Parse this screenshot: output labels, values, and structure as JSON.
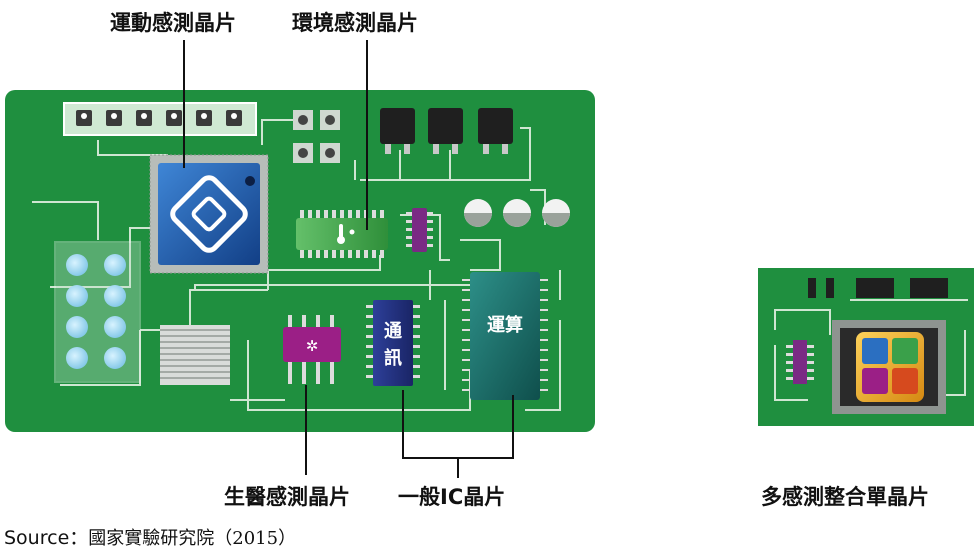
{
  "labels": {
    "motion_chip": "運動感測晶片",
    "env_chip": "環境感測晶片",
    "bio_chip": "生醫感測晶片",
    "general_ic": "一般IC晶片",
    "multi_chip": "多感測整合單晶片"
  },
  "chips": {
    "comm_line1": "通",
    "comm_line2": "訊",
    "compute": "運算"
  },
  "source": {
    "prefix": "Source：",
    "text": "國家實驗研究院（2015）"
  },
  "colors": {
    "board": "#1f8f3f",
    "trace": "#d7ead9",
    "chip_blue": "#1d5fb0",
    "chip_purple": "#9b1f86",
    "chip_teal": "#1b6e6a",
    "chip_navy": "#23327e",
    "chip_gold": "#e8a11c"
  }
}
